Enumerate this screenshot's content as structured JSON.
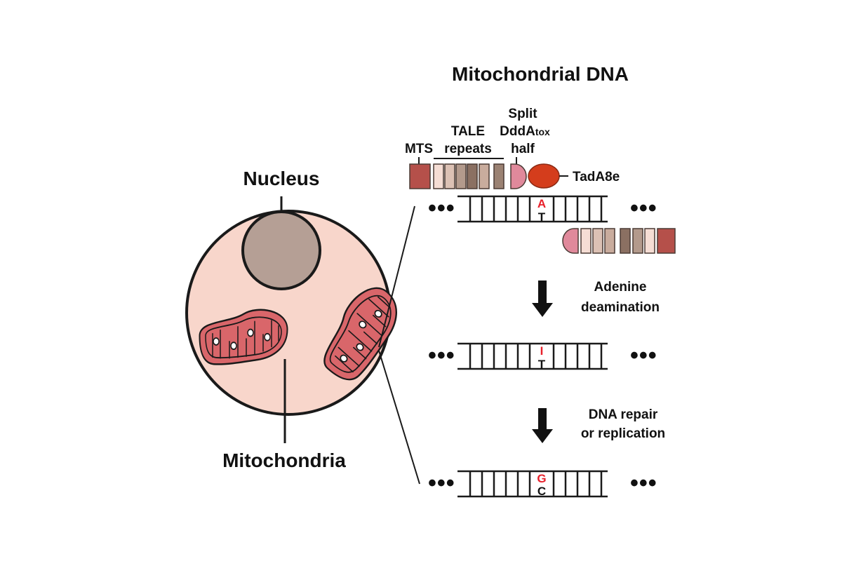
{
  "labels": {
    "title": "Mitochondrial DNA",
    "nucleus": "Nucleus",
    "mitochondria": "Mitochondria",
    "mts": "MTS",
    "tale_line1": "TALE",
    "tale_line2": "repeats",
    "split_line1": "Split",
    "split_line2a": "DddA",
    "split_line2b": "tox",
    "split_line3": "half",
    "tada": "TadA8e",
    "step1_line1": "Adenine",
    "step1_line2": "deamination",
    "step2_line1": "DNA repair",
    "step2_line2": "or replication",
    "ellipsis": "•••"
  },
  "bases": {
    "a": "A",
    "t1": "T",
    "i": "I",
    "t2": "T",
    "g": "G",
    "c": "C"
  },
  "colors": {
    "cell_fill": "#f8d6cb",
    "nucleus_fill": "#b59f95",
    "mito_fill": "#d9666a",
    "mts": "#b5504a",
    "tale_repeats": [
      "#f5ddd4",
      "#dcc1b4",
      "#b39a8c",
      "#8b7062",
      "#c9ac9d",
      "#9b8273"
    ],
    "ddda_half": "#e0899b",
    "tada8e": "#d43d1c",
    "highlight_base": "#e8202a"
  }
}
